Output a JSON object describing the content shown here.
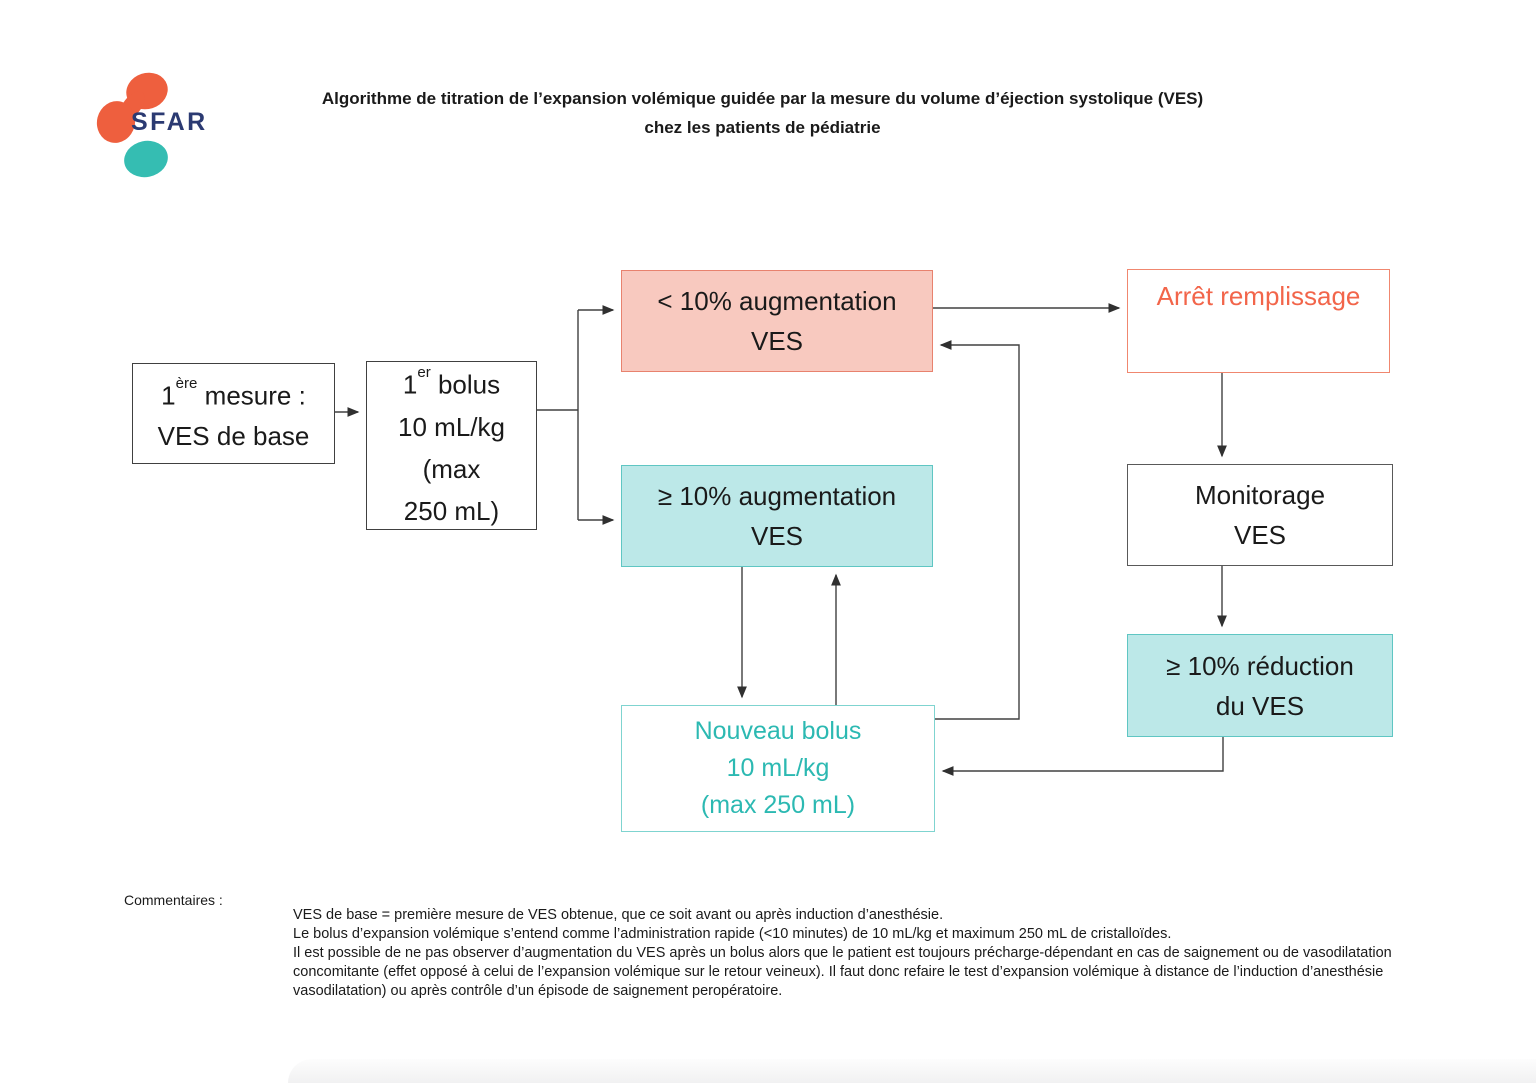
{
  "logo": {
    "text": "SFAR",
    "colors": {
      "orange": "#ee5f3e",
      "teal": "#35bdb2",
      "navy": "#2b3a72"
    }
  },
  "title": {
    "line1": "Algorithme de titration de l’expansion volémique guidée par la mesure du volume d’éjection systolique (VES)",
    "line2": "chez les patients de pédiatrie"
  },
  "flowchart": {
    "first_measure": {
      "sup_prefix": "1",
      "sup": "ère",
      "line1_rest": " mesure :",
      "line2": "VES de base"
    },
    "first_bolus": {
      "sup_prefix": "1",
      "sup": "er",
      "line1_rest": " bolus",
      "line2": "10 mL/kg",
      "line3": "(max",
      "line4": "250 mL)"
    },
    "lt10_augmentation": {
      "line1": "< 10% augmentation",
      "line2": "VES",
      "fill": "#f8c9bf",
      "border": "#e8826e"
    },
    "arret_remplissage": {
      "label": "Arrêt remplissage",
      "text_color": "#f2654a",
      "border": "#f0876f"
    },
    "ge10_augmentation": {
      "line1": "≥ 10% augmentation",
      "line2": "VES",
      "fill": "#bce8e8",
      "border": "#5fc6c3"
    },
    "monitorage": {
      "line1": "Monitorage",
      "line2": "VES"
    },
    "ge10_reduction": {
      "line1": "≥ 10% réduction",
      "line2": "du VES",
      "fill": "#bce8e8",
      "border": "#5fc6c3"
    },
    "nouveau_bolus": {
      "line1": "Nouveau bolus",
      "line2": "10 mL/kg",
      "line3": "(max 250 mL)",
      "text_color": "#2cb9b2",
      "border": "#7fd4d0"
    },
    "line_color": "#404040"
  },
  "comments": {
    "label": "Commentaires :",
    "lines": [
      "VES de base = première mesure de VES obtenue, que ce soit avant ou après induction d’anesthésie.",
      "Le bolus d’expansion volémique s’entend comme l’administration rapide (<10 minutes) de 10 mL/kg et maximum 250 mL de cristalloïdes.",
      "Il est possible de ne pas observer d’augmentation du VES après un bolus alors que le patient est toujours précharge-dépendant en cas de saignement ou de vasodilatation",
      "concomitante (effet opposé à celui de l’expansion volémique sur le retour veineux).  Il faut donc refaire le test d’expansion volémique à distance de l’induction d’anesthésie",
      "vasodilatation) ou après contrôle d’un épisode de saignement peropératoire."
    ]
  }
}
